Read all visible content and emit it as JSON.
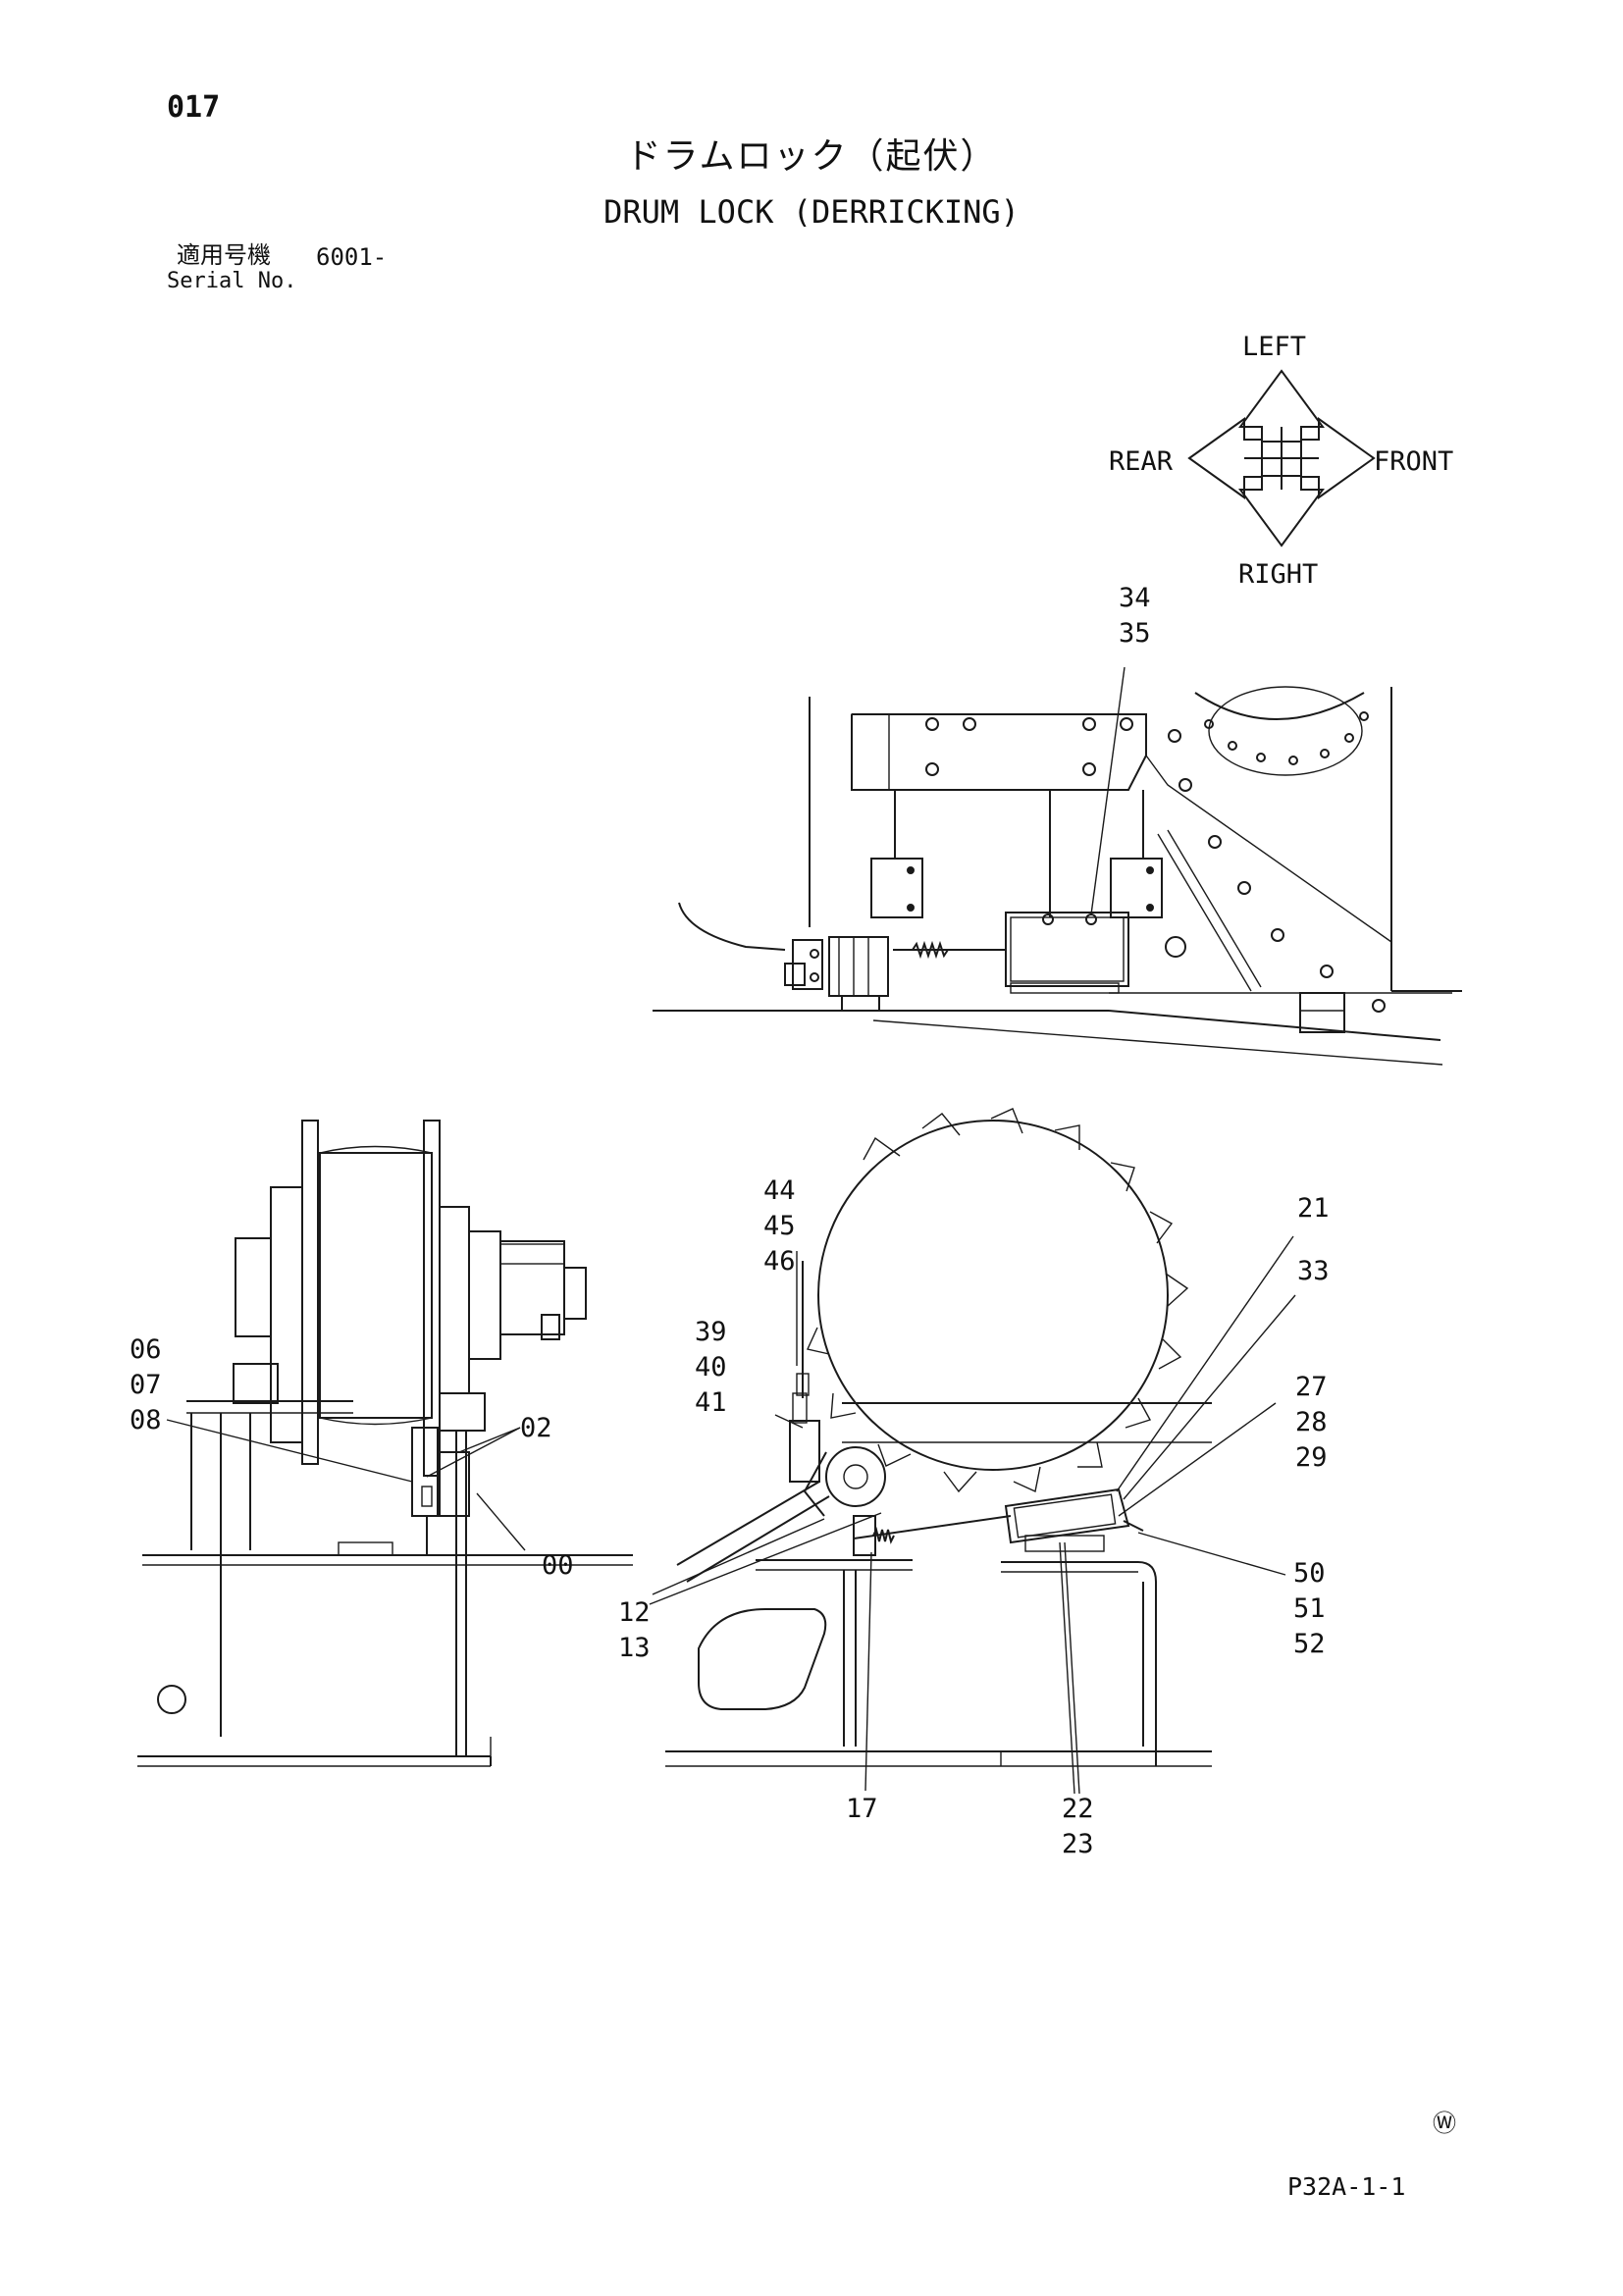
{
  "page": {
    "number": "017",
    "title_jp": "ドラムロック（起伏）",
    "title_en": "DRUM LOCK (DERRICKING)",
    "serial_label_jp": "適用号機",
    "serial_range": "6001-",
    "serial_label_en": "Serial No.",
    "plate_code": "P32A-1-1",
    "maker_mark": "Ⓦ"
  },
  "compass": {
    "left": "LEFT",
    "right": "RIGHT",
    "rear": "REAR",
    "front": "FRONT"
  },
  "callouts": {
    "c34": "34",
    "c35": "35",
    "c06": "06",
    "c07": "07",
    "c08": "08",
    "c02": "02",
    "c00": "00",
    "c44": "44",
    "c45": "45",
    "c46": "46",
    "c39": "39",
    "c40": "40",
    "c41": "41",
    "c12": "12",
    "c13": "13",
    "c17": "17",
    "c22": "22",
    "c23": "23",
    "c21": "21",
    "c33": "33",
    "c27": "27",
    "c28": "28",
    "c29": "29",
    "c50": "50",
    "c51": "51",
    "c52": "52"
  }
}
